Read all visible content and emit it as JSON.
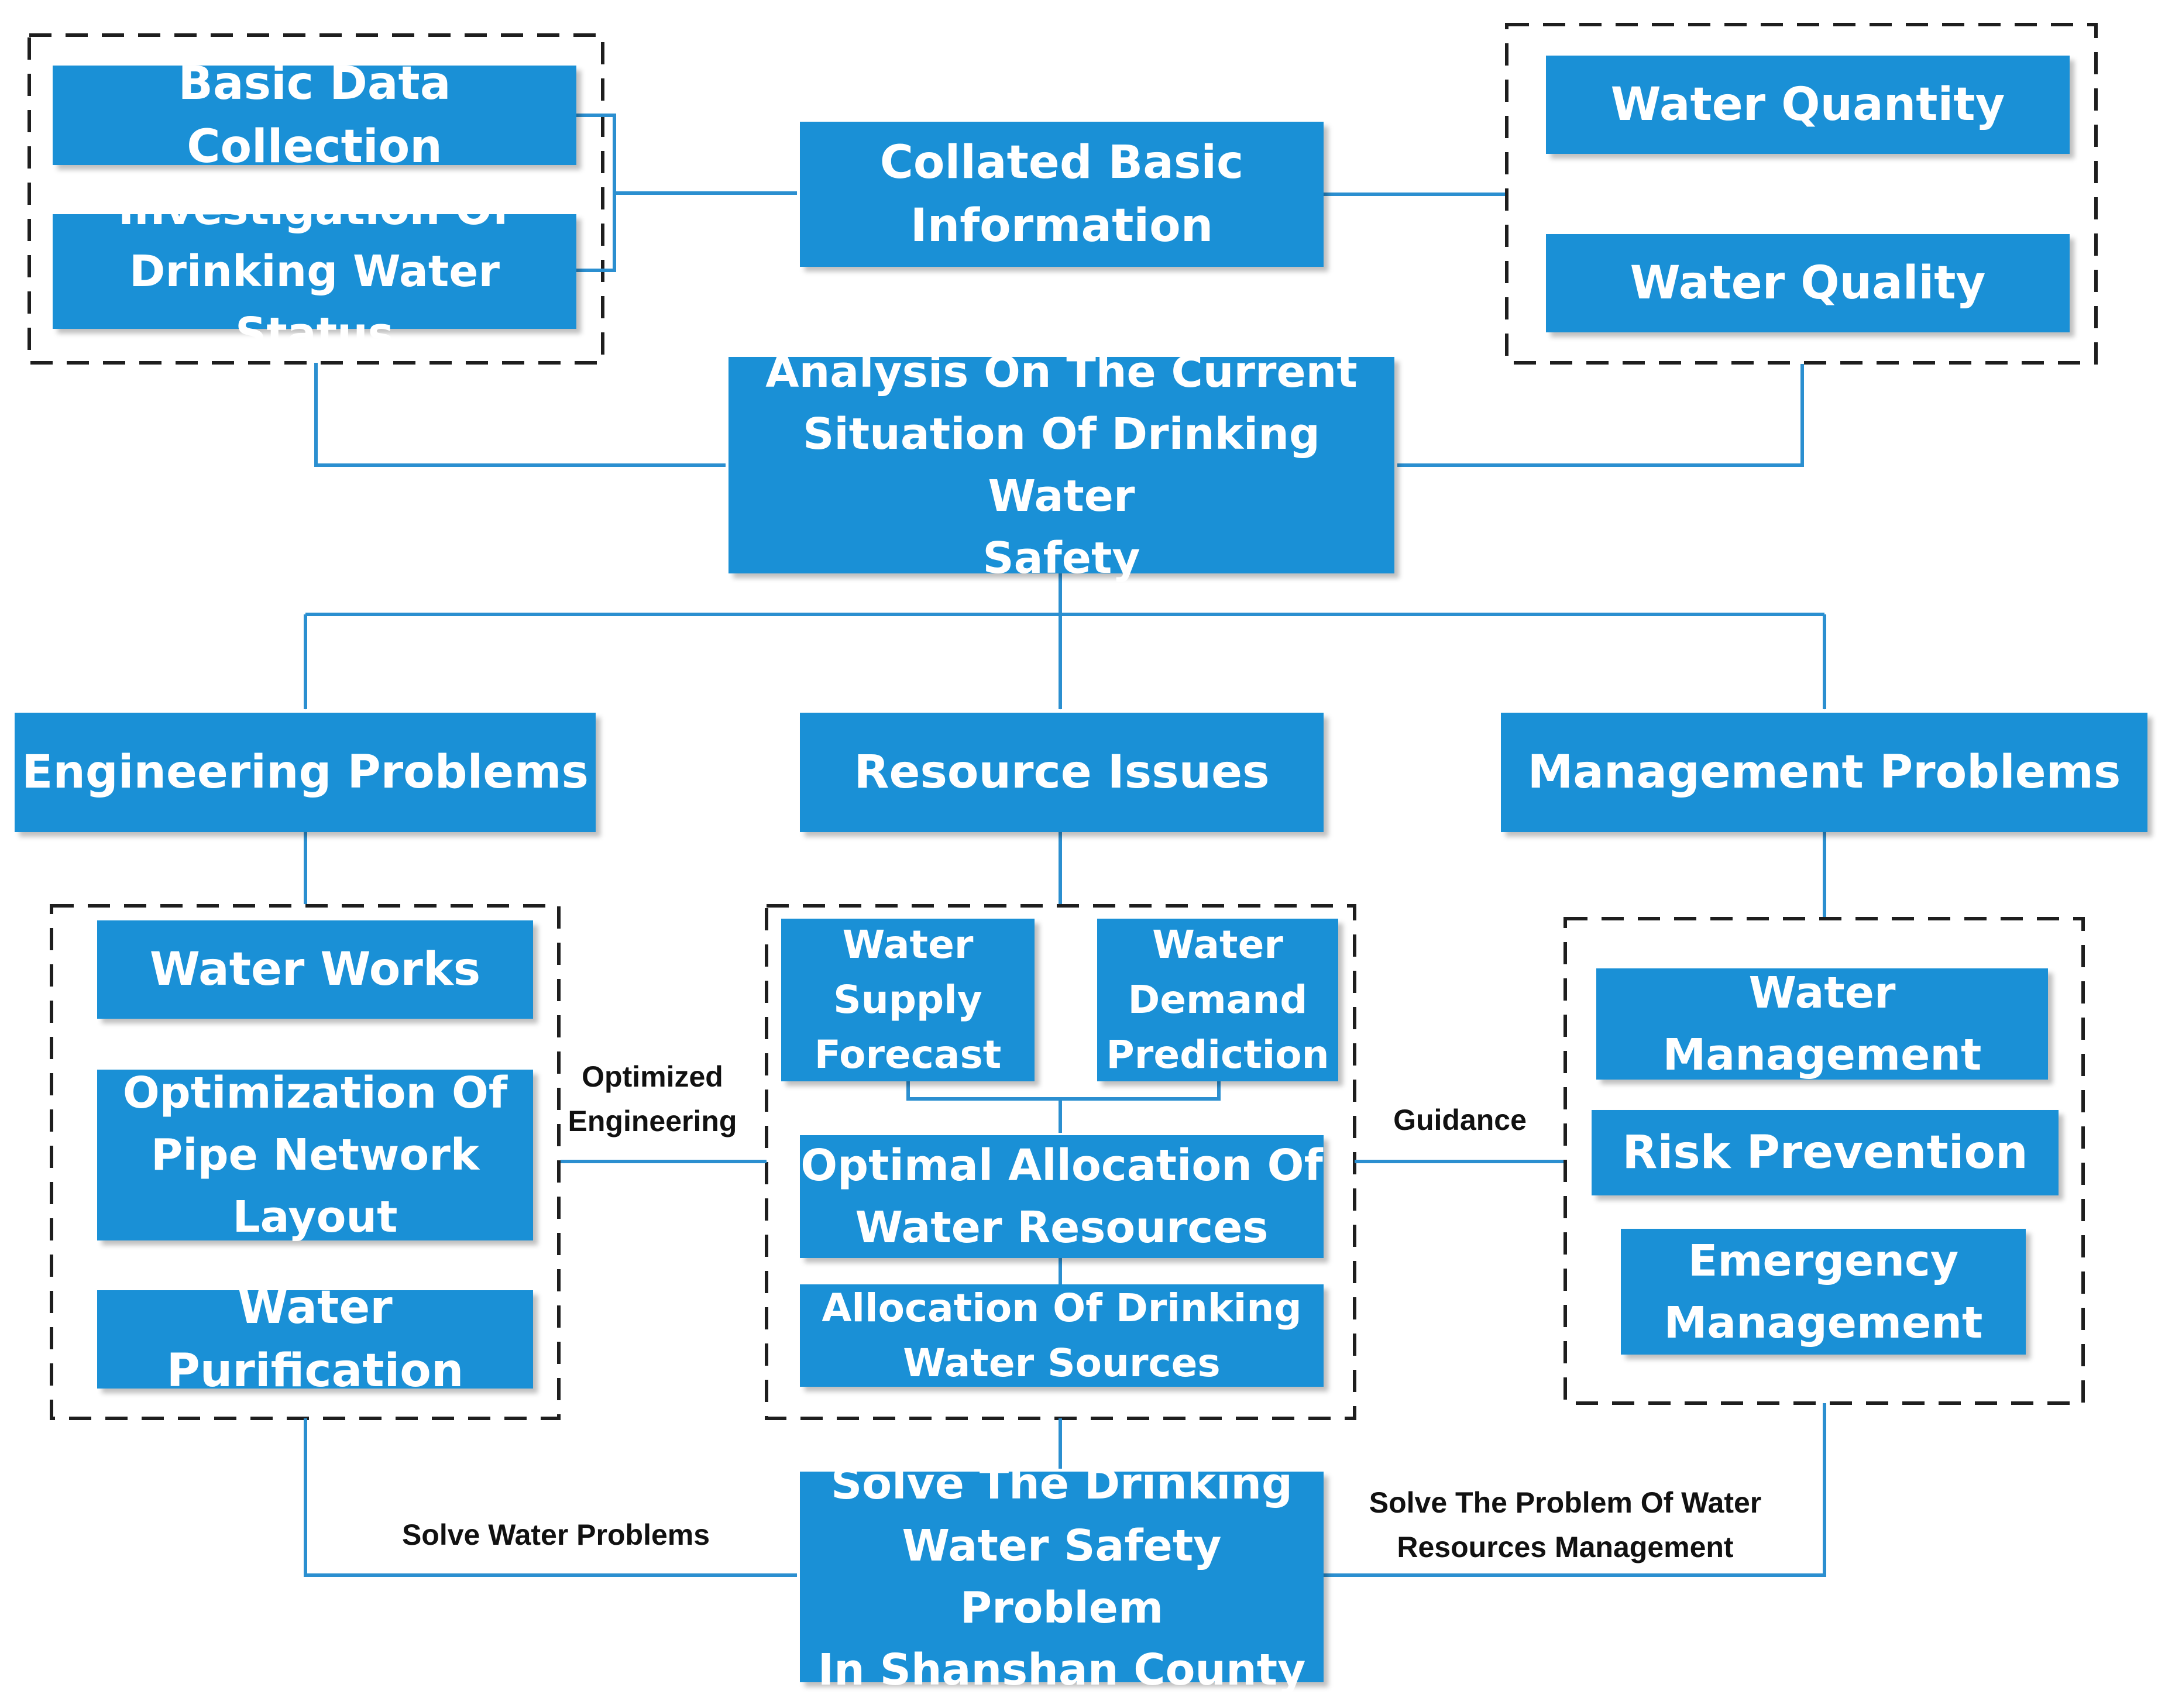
{
  "top": {
    "basic_data_collection": "Basic Data Collection",
    "investigation_status": "Investigation Of\nDrinking Water Status",
    "collated_basic_info": "Collated Basic\nInformation",
    "water_quantity": "Water Quantity",
    "water_quality": "Water Quality"
  },
  "analysis": "Analysis On The Current\nSituation Of Drinking Water\nSafety",
  "categories": {
    "engineering": "Engineering Problems",
    "resource": "Resource Issues",
    "management": "Management Problems"
  },
  "engineering_items": {
    "water_works": "Water Works",
    "pipe_network": "Optimization Of\nPipe Network\nLayout",
    "water_purification": "Water Purification"
  },
  "resource_items": {
    "supply_forecast": "Water\nSupply\nForecast",
    "demand_prediction": "Water\nDemand\nPrediction",
    "optimal_allocation": "Optimal Allocation Of\nWater Resources",
    "source_allocation": "Allocation Of  Drinking\nWater Sources"
  },
  "management_items": {
    "water_management": "Water\nManagement",
    "risk_prevention": "Risk Prevention",
    "emergency_management": "Emergency\nManagement"
  },
  "final": "Solve The Drinking\nWater Safety Problem\nIn Shanshan County",
  "edge_labels": {
    "optimized_engineering": "Optimized\nEngineering",
    "guidance": "Guidance",
    "solve_water_problems": "Solve Water Problems",
    "solve_management": "Solve The Problem Of Water\nResources Management"
  },
  "colors": {
    "box_fill": "#1a90d6",
    "box_text": "#ffffff",
    "connector": "#2b8fd0",
    "dashed_border": "#1e1e1e"
  }
}
